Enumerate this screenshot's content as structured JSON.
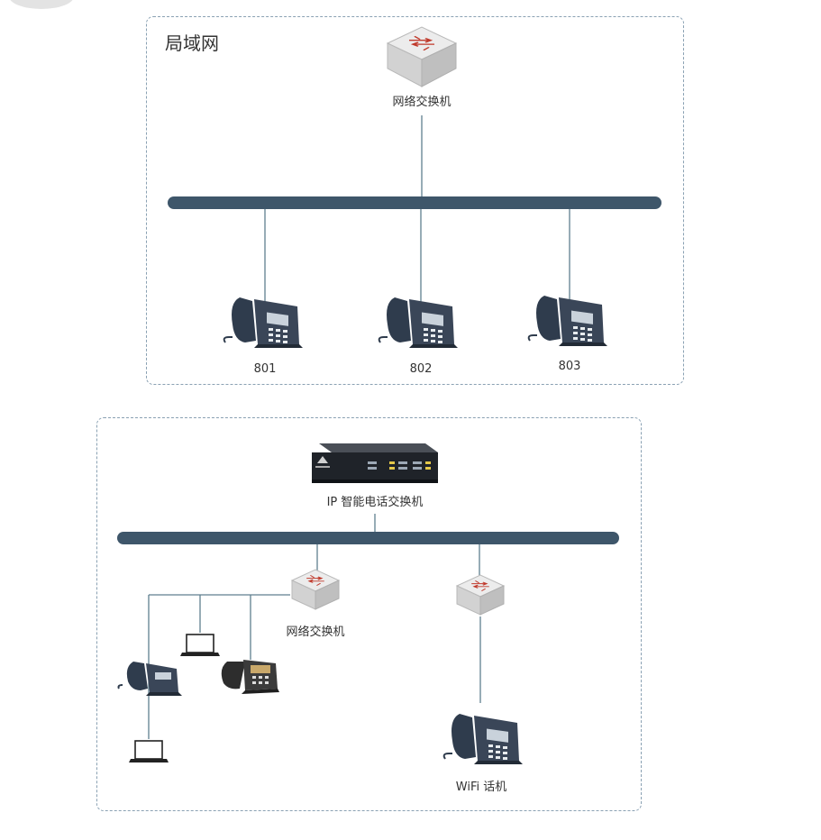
{
  "lan": {
    "title": "局域网",
    "switch_label": "网络交换机",
    "phones": [
      "801",
      "802",
      "803"
    ]
  },
  "pbx": {
    "pbx_label": "IP 智能电话交换机",
    "switch_label": "网络交换机",
    "wifi_label": "WiFi 话机"
  },
  "colors": {
    "bus": "#3e566a",
    "line": "#5f7f8f",
    "border": "#8aa1b3",
    "switch": "#e2e2e2",
    "arrow": "#c0392b",
    "phone": "#2f3c4d"
  },
  "icons": [
    "network-switch-icon",
    "ip-phone-icon",
    "pbx-device-icon",
    "laptop-icon"
  ]
}
